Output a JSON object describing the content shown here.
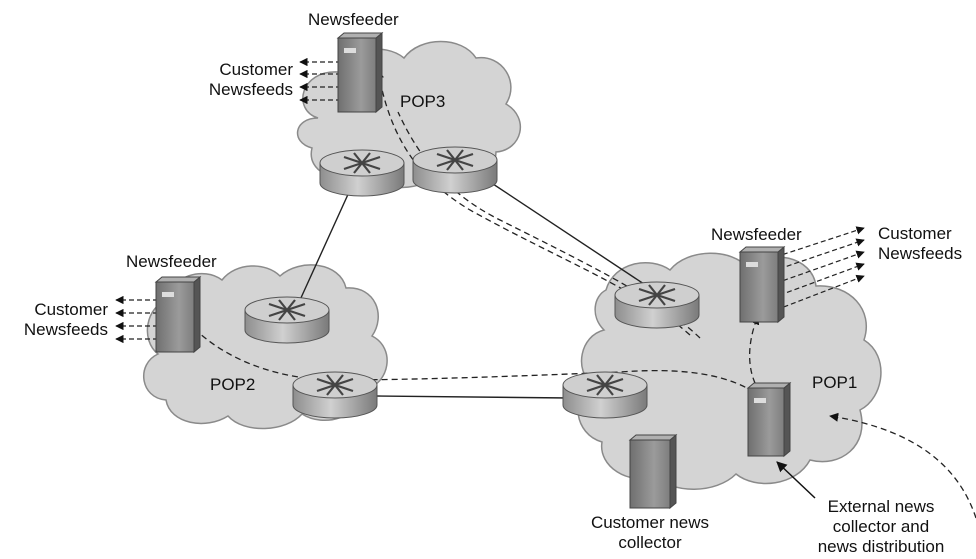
{
  "pops": [
    {
      "label": "POP3"
    },
    {
      "label": "POP2"
    },
    {
      "label": "POP1"
    }
  ],
  "servers": {
    "newsfeeder_label": "Newsfeeder",
    "customer_feeds": [
      "Customer",
      "Newsfeeds"
    ],
    "customer_collector": [
      "Customer news",
      "collector"
    ],
    "external_collector": [
      "External news",
      "collector and",
      "news distribution"
    ]
  },
  "colors": {
    "cloud_fill": "#d4d4d4",
    "cloud_stroke": "#8a8a8a",
    "router_body": "#b9b9b9",
    "server_body": "#8c8c8c",
    "line": "#222222"
  },
  "icons": [
    "cloud",
    "router-icon",
    "server-icon",
    "arrow"
  ]
}
